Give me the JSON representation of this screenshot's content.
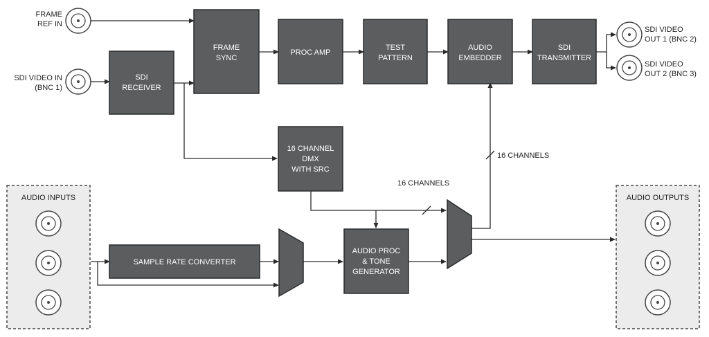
{
  "connectors": {
    "frame_ref_in": [
      "FRAME",
      "REF IN"
    ],
    "sdi_video_in": [
      "SDI VIDEO IN",
      "(BNC 1)"
    ],
    "sdi_video_out_1": [
      "SDI VIDEO",
      "OUT 1 (BNC 2)"
    ],
    "sdi_video_out_2": [
      "SDI VIDEO",
      "OUT 2 (BNC 3)"
    ]
  },
  "blocks": {
    "sdi_receiver": [
      "SDI",
      "RECEIVER"
    ],
    "frame_sync": [
      "FRAME",
      "SYNC"
    ],
    "proc_amp": [
      "PROC AMP"
    ],
    "test_pattern": [
      "TEST",
      "PATTERN"
    ],
    "audio_embedder": [
      "AUDIO",
      "EMBEDDER"
    ],
    "sdi_transmitter": [
      "SDI",
      "TRANSMITTER"
    ],
    "dmx": [
      "16 CHANNEL",
      "DMX",
      "WITH SRC"
    ],
    "sample_rate_converter": [
      "SAMPLE RATE CONVERTER"
    ],
    "audio_proc": [
      "AUDIO PROC",
      "& TONE",
      "GENERATOR"
    ]
  },
  "panels": {
    "audio_inputs": "AUDIO INPUTS",
    "audio_outputs": "AUDIO OUTPUTS"
  },
  "bus_labels": {
    "to_embedder": "16 CHANNELS",
    "from_dmx": "16 CHANNELS"
  }
}
